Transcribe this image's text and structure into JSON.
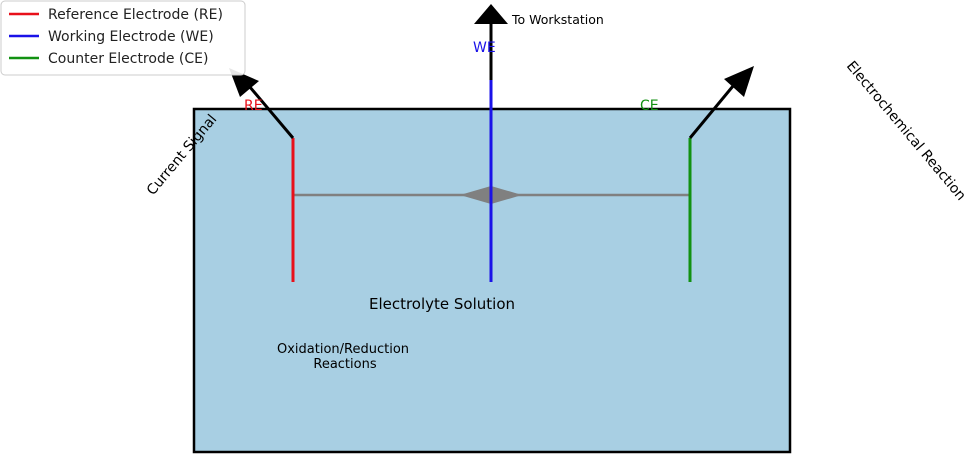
{
  "legend": {
    "items": [
      {
        "label": "Reference Electrode (RE)",
        "color": "#e8101a"
      },
      {
        "label": "Working Electrode (WE)",
        "color": "#1a12e8"
      },
      {
        "label": "Counter Electrode (CE)",
        "color": "#119111"
      }
    ]
  },
  "colors": {
    "solution": "#a8cfe3",
    "bridge": "#808080",
    "arrow": "#000000"
  },
  "electrodes": {
    "re_label": "RE",
    "we_label": "WE",
    "ce_label": "CE"
  },
  "annotations": {
    "to_workstation": "To Workstation",
    "current_signal": "Current Signal",
    "electrochemical_reaction": "Electrochemical Reaction",
    "electrolyte_solution": "Electrolyte Solution",
    "redox_line1": "Oxidation/Reduction",
    "redox_line2": "Reactions"
  }
}
